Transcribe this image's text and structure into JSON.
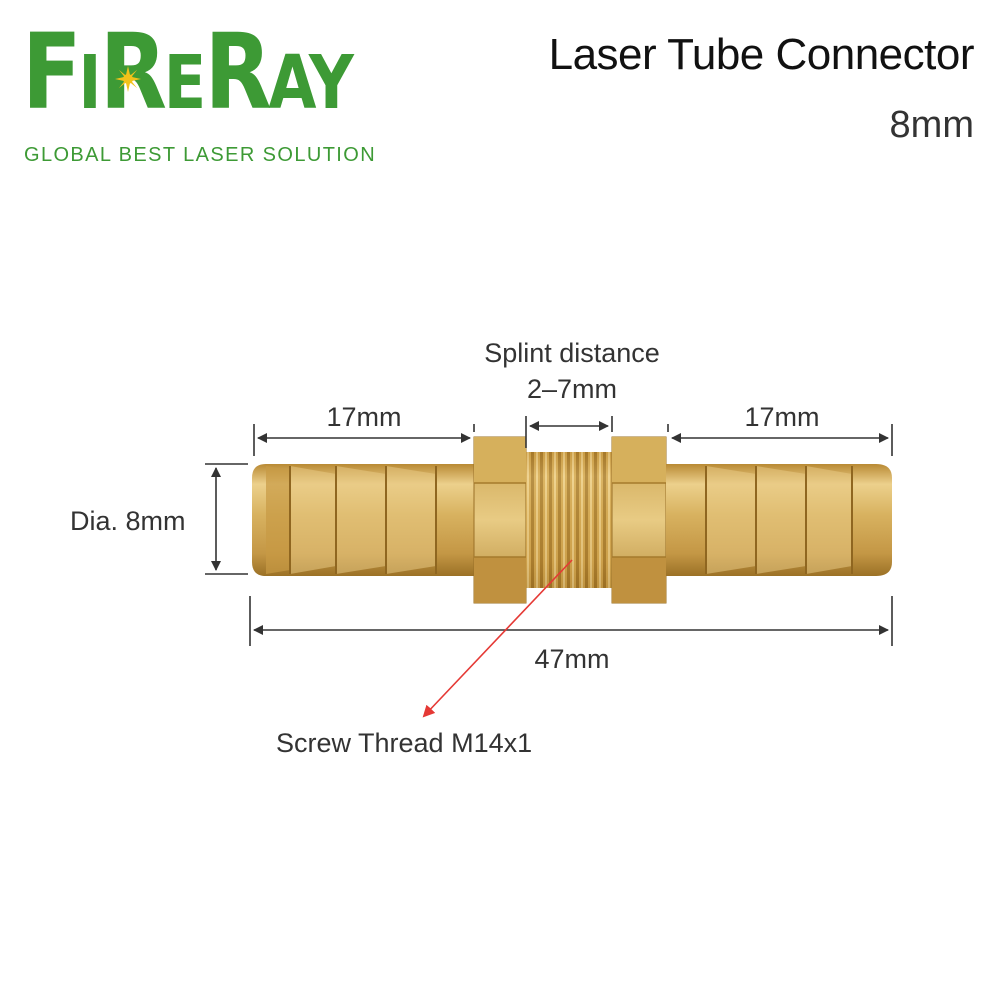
{
  "brand": {
    "logo_text": "FireRay",
    "tagline": "GLOBAL BEST LASER SOLUTION"
  },
  "title": {
    "product": "Laser Tube Connector",
    "size": "8mm"
  },
  "dimensions": {
    "splint_label": "Splint distance",
    "splint_value": "2–7mm",
    "left_barb": "17mm",
    "right_barb": "17mm",
    "diameter": "Dia. 8mm",
    "total_length": "47mm",
    "thread": "Screw Thread M14x1"
  },
  "colors": {
    "brand_green": "#3d9a35",
    "brass": "#d4a94a",
    "arrow_red": "#e53935"
  }
}
